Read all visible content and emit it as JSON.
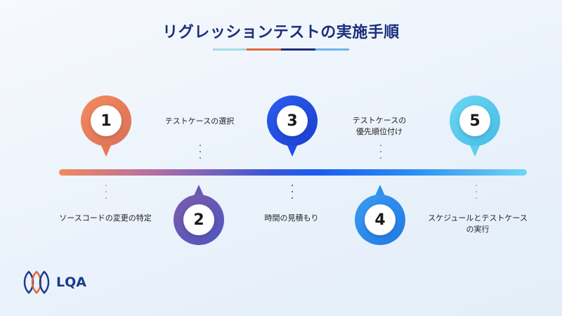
{
  "title": "リグレッションテストの実施手順",
  "colors": {
    "title": "#1b2f7a",
    "bar_segments": [
      "#a6dbe6",
      "#e0673c",
      "#1b2f7a",
      "#6fb5ea"
    ]
  },
  "steps": [
    {
      "number": "1",
      "label": "ソースコードの変更の特定",
      "color": "#ee7f55",
      "position": "above"
    },
    {
      "number": "2",
      "label": "テストケースの選択",
      "color": "#6a58b0",
      "position": "below"
    },
    {
      "number": "3",
      "label": "時間の見積もり",
      "color": "#1f4fe6",
      "position": "above"
    },
    {
      "number": "4",
      "label": "テストケースの\n優先順位付け",
      "color": "#2f8ff0",
      "position": "below"
    },
    {
      "number": "5",
      "label": "スケジュールとテストケース\nの実行",
      "color": "#5fcdef",
      "position": "above"
    }
  ],
  "logo": {
    "text": "LQA"
  }
}
